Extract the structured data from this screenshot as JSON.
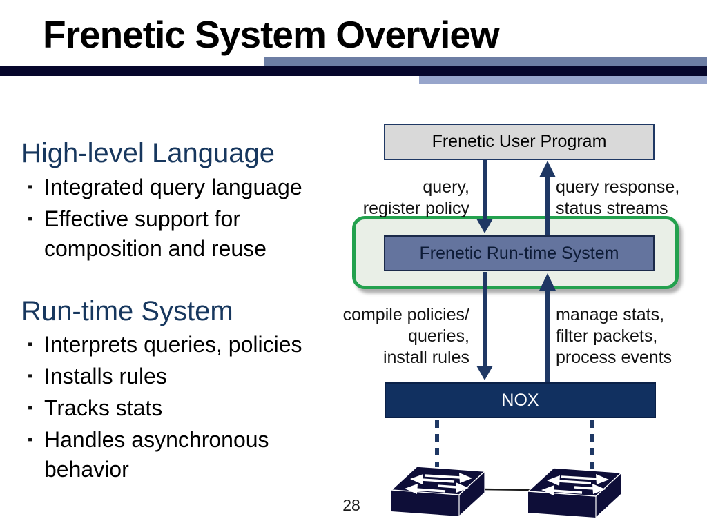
{
  "slide": {
    "title": "Frenetic System Overview",
    "page_number": "28"
  },
  "bullets_style": {
    "marker": "▪"
  },
  "sections": [
    {
      "heading": "High-level Language",
      "bullets": [
        "Integrated query language",
        "Effective support for composition and reuse"
      ]
    },
    {
      "heading": "Run-time System",
      "bullets": [
        "Interprets queries, policies",
        "Installs rules",
        "Tracks stats",
        "Handles asynchronous behavior"
      ]
    }
  ],
  "diagram": {
    "user_program_label": "Frenetic User Program",
    "runtime_label": "Frenetic Run-time System",
    "nox_label": "NOX",
    "edge_labels": {
      "query": [
        "query,",
        "register policy"
      ],
      "response": [
        "query response,",
        "status streams"
      ],
      "compile": [
        "compile policies/",
        "queries,",
        "install rules"
      ],
      "manage": [
        "manage stats,",
        "filter packets,",
        "process events"
      ]
    },
    "icons": {
      "switch": "network-switch-icon"
    }
  },
  "colors": {
    "arrow_navy": "#1f3864",
    "bar_navy": "#06062b",
    "bar_slate": "#6d7ea4",
    "bar_light": "#97a5cb",
    "heading_blue": "#17375e",
    "user_box_fill": "#d9d9d9",
    "runtime_box_fill": "#64749e",
    "green_border": "#23a14e",
    "green_fill": "#e9efe7",
    "nox_fill": "#113060",
    "switch_fill": "#0e0e38"
  }
}
